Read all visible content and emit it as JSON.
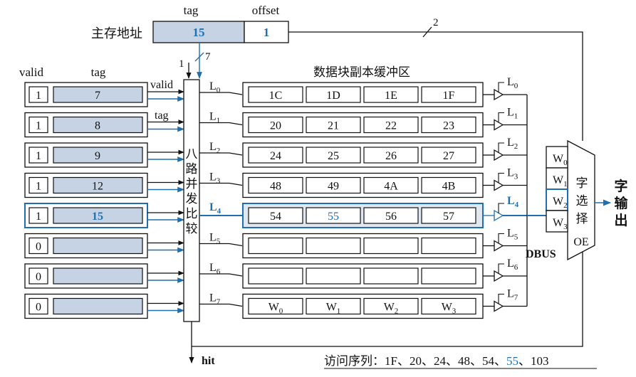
{
  "address": {
    "label": "主存地址",
    "tag_header": "tag",
    "offset_header": "offset",
    "tag_value": "15",
    "offset_value": "1",
    "bus_width_offset": "2",
    "bus_width_tag": "7",
    "valid_line": "1"
  },
  "tag_array": {
    "valid_header": "valid",
    "tag_header": "tag",
    "rows": [
      {
        "valid": "1",
        "tag": "7"
      },
      {
        "valid": "1",
        "tag": "8"
      },
      {
        "valid": "1",
        "tag": "9"
      },
      {
        "valid": "1",
        "tag": "12"
      },
      {
        "valid": "1",
        "tag": "15"
      },
      {
        "valid": "0",
        "tag": ""
      },
      {
        "valid": "0",
        "tag": ""
      },
      {
        "valid": "0",
        "tag": ""
      }
    ]
  },
  "input_labels": {
    "valid": "valid",
    "tag": "tag"
  },
  "comparator": {
    "label": [
      "八",
      "路",
      "并",
      "发",
      "比",
      "较"
    ]
  },
  "hit_label": "hit",
  "buffer": {
    "title": "数据块副本缓冲区",
    "rows": [
      {
        "line": "L",
        "sub": "0",
        "cells": [
          "1C",
          "1D",
          "1E",
          "1F"
        ]
      },
      {
        "line": "L",
        "sub": "1",
        "cells": [
          "20",
          "21",
          "22",
          "23"
        ]
      },
      {
        "line": "L",
        "sub": "2",
        "cells": [
          "24",
          "25",
          "26",
          "27"
        ]
      },
      {
        "line": "L",
        "sub": "3",
        "cells": [
          "48",
          "49",
          "4A",
          "4B"
        ]
      },
      {
        "line": "L",
        "sub": "4",
        "cells": [
          "54",
          "55",
          "56",
          "57"
        ]
      },
      {
        "line": "L",
        "sub": "5",
        "cells": [
          "",
          "",
          "",
          ""
        ]
      },
      {
        "line": "L",
        "sub": "6",
        "cells": [
          "",
          "",
          "",
          ""
        ]
      },
      {
        "line": "L",
        "sub": "7",
        "cells": [
          "W",
          "W",
          "W",
          "W"
        ],
        "cell_subs": [
          "0",
          "1",
          "2",
          "3"
        ]
      }
    ]
  },
  "word_select": {
    "label": [
      "字",
      "选",
      "择"
    ],
    "oe": "OE",
    "words": [
      {
        "w": "W",
        "s": "0"
      },
      {
        "w": "W",
        "s": "1"
      },
      {
        "w": "W",
        "s": "2"
      },
      {
        "w": "W",
        "s": "3"
      }
    ],
    "dbus": "DBUS",
    "output": [
      "字",
      "输",
      "出"
    ]
  },
  "sequence": {
    "prefix": "访问序列：",
    "items": [
      "1F",
      "20",
      "24",
      "48",
      "54",
      "55",
      "103"
    ],
    "highlight_index": 5,
    "separator": "、"
  },
  "colors": {
    "accent": "#1f6fb0",
    "tag_fill": "#c5d3e4",
    "highlight_fill": "#dfe7f1"
  }
}
